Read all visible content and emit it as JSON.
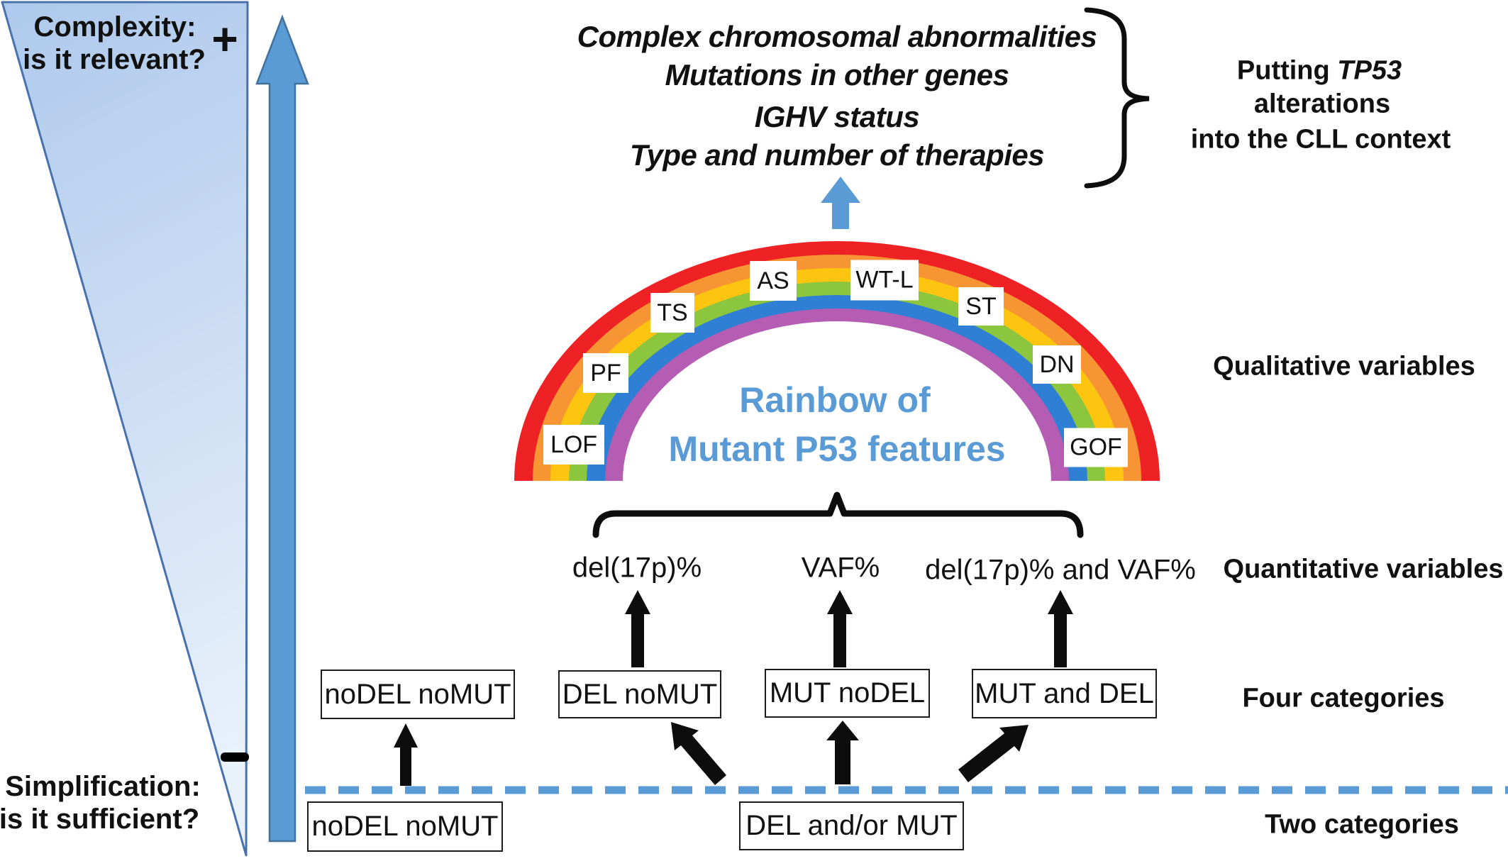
{
  "colors": {
    "accent_blue": "#5B9BD5",
    "arrow_border": "#41719C",
    "triangle_border": "#4872AC",
    "triangle_fill_top": "#AEC9EC",
    "triangle_fill_bottom": "#E9F1FB",
    "rainbow": [
      "#EE2224",
      "#F79433",
      "#FDC50F",
      "#8CC63F",
      "#2F7FD4",
      "#B55CB3"
    ],
    "black": "#111111"
  },
  "left_panel": {
    "complexity_line1": "Complexity:",
    "complexity_line2": "is it relevant?",
    "plus_sign": "+",
    "minus_sign": "-",
    "simplification_line1": "Simplification:",
    "simplification_line2": "is it sufficient?"
  },
  "context_block": {
    "items": [
      "Complex chromosomal abnormalities",
      "Mutations in other genes",
      "IGHV status",
      "Type and number of therapies"
    ],
    "brace_label": {
      "line1_prefix": "Putting ",
      "line1_gene": "TP53",
      "line2": "alterations",
      "line3": "into the CLL context"
    }
  },
  "rainbow": {
    "title_line1": "Rainbow of",
    "title_line2": "Mutant P53 features",
    "labels": [
      "LOF",
      "PF",
      "TS",
      "AS",
      "WT-L",
      "ST",
      "DN",
      "GOF"
    ]
  },
  "rows": {
    "qualitative_label": "Qualitative variables",
    "quantitative_label": "Quantitative variables",
    "quantitative_items": [
      "del(17p)%",
      "VAF%",
      "del(17p)% and VAF%"
    ],
    "four_label": "Four categories",
    "four_boxes": [
      "noDEL noMUT",
      "DEL noMUT",
      "MUT noDEL",
      "MUT and DEL"
    ],
    "two_label": "Two categories",
    "two_boxes": [
      "noDEL noMUT",
      "DEL and/or MUT"
    ]
  }
}
